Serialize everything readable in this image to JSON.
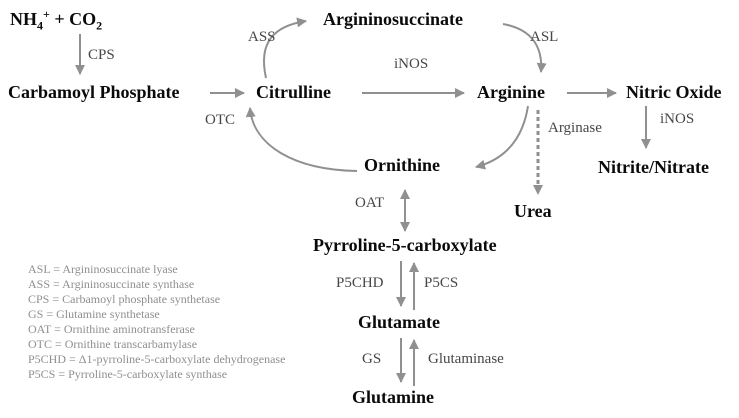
{
  "diagram": {
    "nodes": {
      "formula": {
        "base1": "NH",
        "sub1": "4",
        "sup1": "+",
        "base2": " + CO",
        "sub2": "2"
      },
      "carbamoyl_phosphate": "Carbamoyl Phosphate",
      "citrulline": "Citrulline",
      "argininosuccinate": "Argininosuccinate",
      "arginine": "Arginine",
      "nitric_oxide": "Nitric Oxide",
      "nitrite_nitrate": "Nitrite/Nitrate",
      "urea": "Urea",
      "ornithine": "Ornithine",
      "pyrroline_5_carboxylate": "Pyrroline-5-carboxylate",
      "glutamate": "Glutamate",
      "glutamine": "Glutamine"
    },
    "enzymes": {
      "cps": "CPS",
      "ass": "ASS",
      "asl": "ASL",
      "inos_top": "iNOS",
      "inos_right": "iNOS",
      "arginase": "Arginase",
      "otc": "OTC",
      "oat": "OAT",
      "p5chd": "P5CHD",
      "p5cs": "P5CS",
      "gs": "GS",
      "glutaminase": "Glutaminase"
    },
    "legend": {
      "lines": [
        "ASL = Argininosuccinate  lyase",
        "ASS = Argininosuccinate  synthase",
        "CPS = Carbamoyl phosphate  synthetase",
        "GS = Glutamine  synthetase",
        "OAT = Ornithine  aminotransferase",
        "OTC = Ornithine  transcarbamylase",
        "P5CHD = Δ1-pyrroline-5-carboxylate  dehydrogenase",
        "P5CS = Pyrroline-5-carboxylate  synthase"
      ]
    },
    "colors": {
      "arrow": "#909090",
      "metabolite": "#0a0a0a",
      "enzyme": "#474747",
      "legend": "#8f8f8f"
    }
  }
}
